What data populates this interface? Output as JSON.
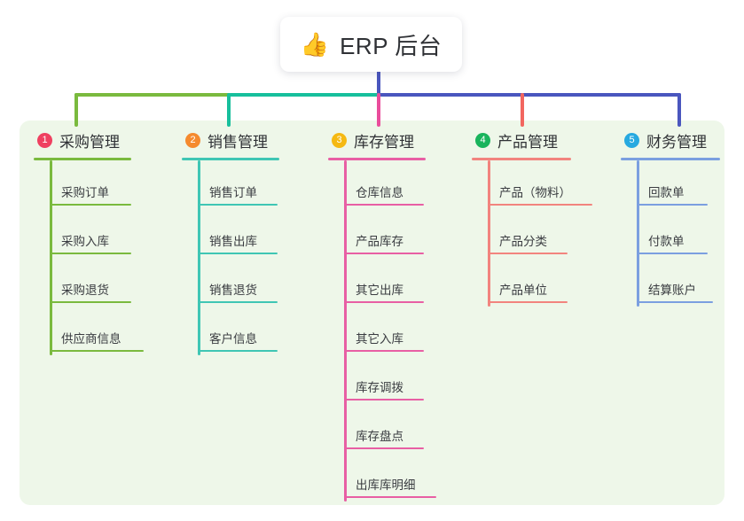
{
  "root": {
    "icon": "thumbs-up-icon",
    "emoji": "👍",
    "title": "ERP 后台"
  },
  "theme": {
    "panel_bg": "#eef7e9",
    "card_bg": "#ffffff",
    "text": "#2f3135",
    "bus_colors": [
      "#7aba3e",
      "#17bf9c",
      "#4a56be"
    ]
  },
  "columns": [
    {
      "index": "1",
      "title": "采购管理",
      "badge_color": "#ef4060",
      "line_color": "#7aba3e",
      "items": [
        {
          "label": "采购订单",
          "width": 92
        },
        {
          "label": "采购入库",
          "width": 92
        },
        {
          "label": "采购退货",
          "width": 92
        },
        {
          "label": "供应商信息",
          "width": 106
        }
      ]
    },
    {
      "index": "2",
      "title": "销售管理",
      "badge_color": "#f58a2e",
      "line_color": "#3fc6b4",
      "items": [
        {
          "label": "销售订单",
          "width": 90
        },
        {
          "label": "销售出库",
          "width": 90
        },
        {
          "label": "销售退货",
          "width": 90
        },
        {
          "label": "客户信息",
          "width": 90
        }
      ]
    },
    {
      "index": "3",
      "title": "库存管理",
      "badge_color": "#f5b912",
      "line_color": "#e85fa4",
      "items": [
        {
          "label": "仓库信息",
          "width": 90
        },
        {
          "label": "产品库存",
          "width": 90
        },
        {
          "label": "其它出库",
          "width": 90
        },
        {
          "label": "其它入库",
          "width": 90
        },
        {
          "label": "库存调拨",
          "width": 90
        },
        {
          "label": "库存盘点",
          "width": 90
        },
        {
          "label": "出库库明细",
          "width": 104
        }
      ]
    },
    {
      "index": "4",
      "title": "产品管理",
      "badge_color": "#19b45c",
      "line_color": "#f2847e",
      "items": [
        {
          "label": "产品（物料）",
          "width": 118
        },
        {
          "label": "产品分类",
          "width": 90
        },
        {
          "label": "产品单位",
          "width": 90
        }
      ]
    },
    {
      "index": "5",
      "title": "财务管理",
      "badge_color": "#27a9e0",
      "line_color": "#7b9fe0",
      "items": [
        {
          "label": "回款单",
          "width": 80
        },
        {
          "label": "付款单",
          "width": 80
        },
        {
          "label": "结算账户",
          "width": 86
        }
      ]
    }
  ]
}
